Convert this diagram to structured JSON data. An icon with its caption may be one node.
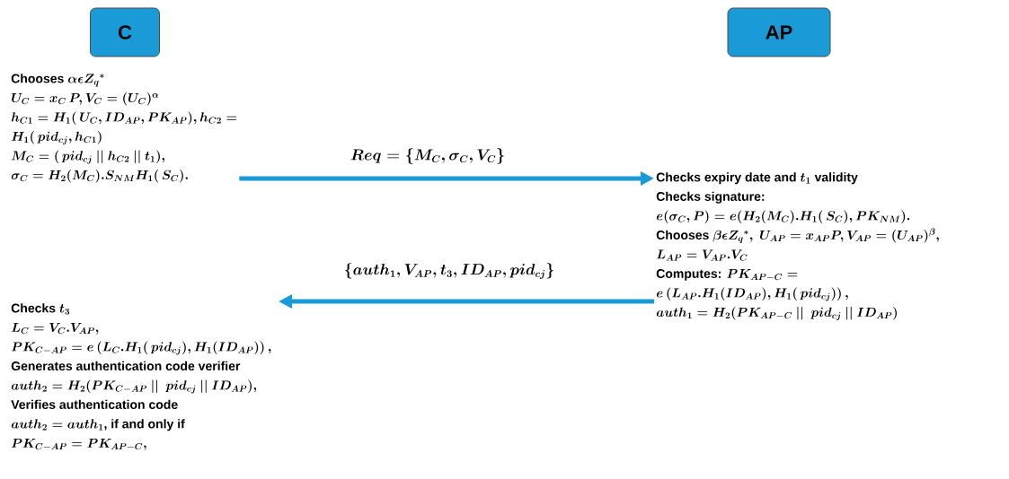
{
  "diagram": {
    "nodes": [
      {
        "text": [
          "C"
        ]
      },
      {
        "text": [
          "AP"
        ]
      },
      {
        "text": [
          "\\text{Chooses } \\alpha \\epsilon Z_q{}^{*}",
          "U_C = x_C\\, P, V_C = (U_C)^{\\alpha}",
          "h_{C1} = H_1(\\, U_C, ID_{AP}, PK_{AP}), h_{C2} =",
          "H_1(\\, pid_{cj}, h_{C1})",
          "M_C = (\\, pid_{cj} \\mathbin{||} h_{C2} \\mathbin{||} t_1),",
          "\\sigma_C = H_2(M_C). S_{NM} H_1(\\, S_C)."
        ]
      },
      {
        "text": [
          "\\text{Checks expiry date and } t_1 \\text{ validity}",
          "\\text{Checks signature:}",
          "e(\\sigma_C, P) = e(H_2(M_C). H_1(\\, S_C), PK_{NM}).",
          "\\text{Chooses } \\beta \\epsilon Z_q{}^{*},\\ U_{AP}= x_{AP}P, V_{AP} = (U_{AP})^{\\beta},",
          "L_{AP}= V_{AP}. V_C",
          "\\text{Computes: } PK_{AP-C} =",
          "e\\left(L_{AP}. H_1(ID_{AP}), H_1(\\, pid_{cj})\\right),",
          "auth_1 = H_2(PK_{AP-C} \\mathbin{||}\\ pid_{cj} \\mathbin{||} ID_{AP})"
        ]
      },
      {
        "text": [
          "\\text{Checks } t_3",
          "L_C = V_C. V_{AP},",
          "PK_{C-AP} = e\\left(L_C. H_1(\\, pid_{cj}), H_1(ID_{AP})\\right),",
          "\\text{Generates authentication code verifier}",
          "auth_2 = H_2(PK_{C-AP} \\mathbin{||}\\ pid_{cj} \\mathbin{||} ID_{AP}),",
          "\\text{Verifies authentication code}",
          "auth_2= auth_1\\text{, if and only if}",
          "PK_{C-AP}= PK_{AP-C},"
        ]
      }
    ],
    "edges": [
      {
        "from": 2,
        "to": 3,
        "arrow": "to",
        "label": "Req = \\{M_C, \\sigma_C, V_C\\}"
      },
      {
        "from": 3,
        "to": 4,
        "arrow": "to",
        "label": "\\{auth_1, V_{AP}, t_3, ID_{AP}, pid_{cj}\\}"
      }
    ]
  }
}
